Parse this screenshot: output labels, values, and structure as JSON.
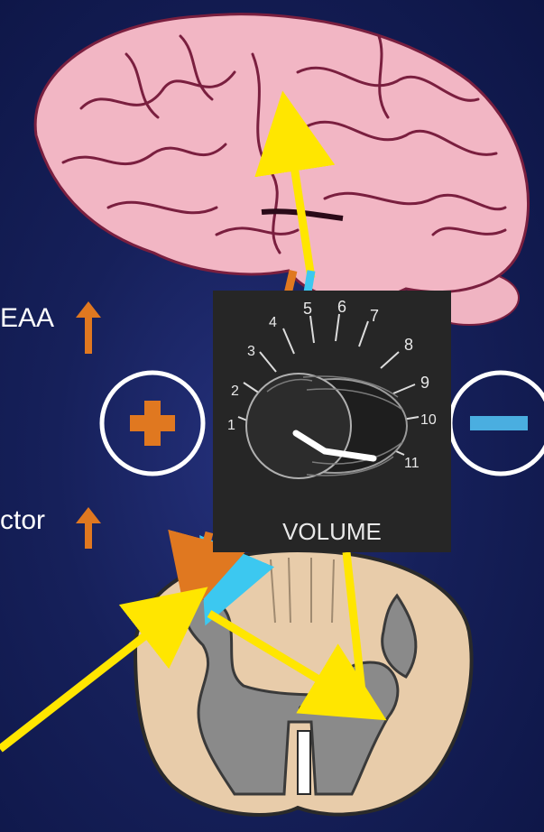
{
  "labels": {
    "eaa": "EAA",
    "factor": "ctor"
  },
  "symbols": {
    "plus": "+",
    "minus": "−"
  },
  "knob": {
    "title": "VOLUME",
    "scale": [
      "1",
      "2",
      "3",
      "4",
      "5",
      "6",
      "7",
      "8",
      "9",
      "10",
      "11"
    ]
  },
  "colors": {
    "background": "#16205a",
    "brain": "#f2b6c4",
    "brain_fold": "#7a1f3f",
    "spinal_white": "#e8ccaa",
    "spinal_gray": "#8a8a8a",
    "arrow_yellow": "#ffe600",
    "arrow_orange": "#e07820",
    "arrow_cyan": "#3cc8f0",
    "knob_bg": "#262626"
  },
  "icons": [
    "up-arrow-icon",
    "plus-icon",
    "minus-icon"
  ]
}
